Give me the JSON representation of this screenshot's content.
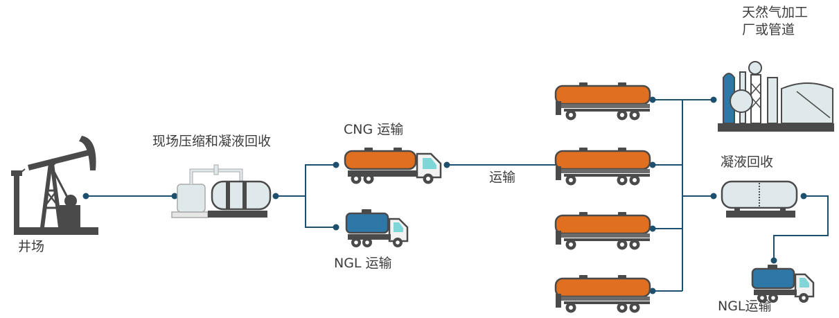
{
  "labels": {
    "wellsite": "井场",
    "onsite_recovery": "现场压缩和凝液回收",
    "cng_transport": "CNG 运输",
    "ngl_transport_1": "NGL 运输",
    "transport": "运输",
    "plant_line1": "天然气加工",
    "plant_line2": "厂或管道",
    "condensate_recovery": "凝液回收",
    "ngl_transport_2": "NGL运输"
  },
  "colors": {
    "line": "#1d4f6e",
    "orange_tanker": "#e07020",
    "blue_tanker": "#2e78a8",
    "gray_equipment": "#4a4a4a",
    "light_tank": "#dfe8ea",
    "cab": "#f2f2f2",
    "window": "#7fd6d6"
  },
  "icons": [
    "pumpjack-icon",
    "compressor-skid-icon",
    "tanker-truck-icon",
    "box-truck-icon",
    "processing-plant-icon",
    "separator-tank-icon"
  ]
}
